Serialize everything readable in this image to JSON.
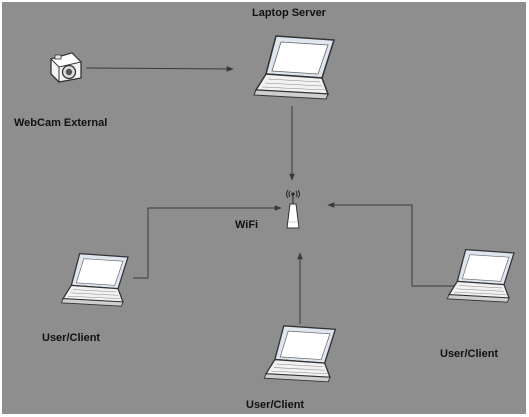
{
  "nodes": {
    "server": {
      "label": "Laptop Server"
    },
    "webcam": {
      "label": "WebCam External"
    },
    "wifi": {
      "label": "WiFi"
    },
    "client_left": {
      "label": "User/Client"
    },
    "client_bottom": {
      "label": "User/Client"
    },
    "client_right": {
      "label": "User/Client"
    }
  },
  "icons": {
    "laptop": "laptop-icon",
    "webcam": "webcam-icon",
    "router": "wireless-router-icon"
  },
  "colors": {
    "background": "#8e8e8e",
    "connector": "#3a3a3a"
  }
}
